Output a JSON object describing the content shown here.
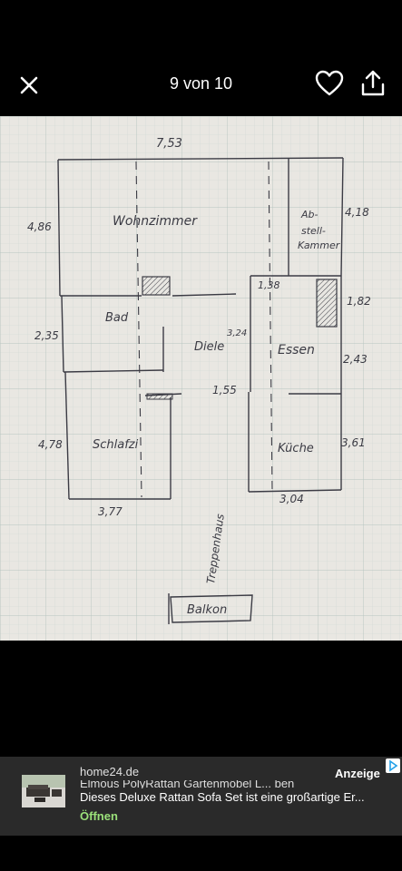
{
  "header": {
    "title": "9 von 10"
  },
  "icons": {
    "close": "close-icon",
    "favorite": "heart-icon",
    "share": "share-icon",
    "ad_badge": "ad-choices-icon"
  },
  "floorplan": {
    "dim_top": "7,53",
    "rooms": {
      "wohnzimmer": "Wohnzimmer",
      "abstellkammer_1": "Ab-",
      "abstellkammer_2": "stell-",
      "abstellkammer_3": "Kammer",
      "bad": "Bad",
      "diele": "Diele",
      "essen": "Essen",
      "schlafzimmer": "Schlafzi",
      "kueche": "Küche",
      "balkon": "Balkon",
      "treppe": "Treppenhaus"
    },
    "dims": {
      "left_top": "4,86",
      "right_top": "4,18",
      "mid_138": "1,38",
      "right_182": "1,82",
      "left_235": "2,35",
      "mid_324": "3,24",
      "right_243": "2,43",
      "mid_155": "1,55",
      "left_478": "4,78",
      "right_361": "3,61",
      "bottom_377": "3,77",
      "bottom_304": "3,04"
    }
  },
  "ad": {
    "domain": "home24.de",
    "label": "Anzeige",
    "headline_cut": "Elmous PolyRattan Gartenmöbel L... ben",
    "description": "Dieses Deluxe Rattan Sofa Set ist eine großartige Er...",
    "cta": "Öffnen"
  },
  "colors": {
    "background": "#000000",
    "paper": "#e9e7e2",
    "grid": "#c9d3cf",
    "ink": "#3b3b44",
    "ad_background": "#2a2a2a",
    "cta": "#9be17a"
  }
}
